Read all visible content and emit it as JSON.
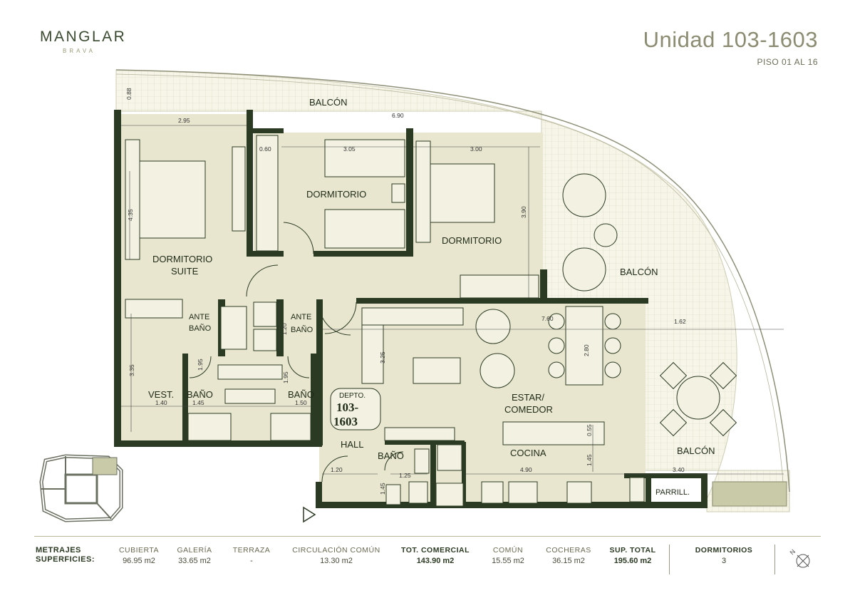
{
  "brand": {
    "name": "MANGLAR",
    "subname": "BRAVA"
  },
  "unit": {
    "title": "Unidad 103-1603",
    "floors": "PISO 01 AL 16"
  },
  "rooms": {
    "balcon_top": "BALCÓN",
    "dormitorio_center": "DORMITORIO",
    "dormitorio_right": "DORMITORIO",
    "suite_line1": "DORMITORIO",
    "suite_line2": "SUITE",
    "ante_bano_left_1": "ANTE",
    "ante_bano_left_2": "BAÑO",
    "ante_bano_right_1": "ANTE",
    "ante_bano_right_2": "BAÑO",
    "vest": "VEST.",
    "bano_left": "BAÑO",
    "bano_right": "BAÑO",
    "depto_1": "DEPTO.",
    "depto_2": "103-",
    "depto_3": "1603",
    "hall": "HALL",
    "bano_hall": "BAÑO",
    "estar_1": "ESTAR/",
    "estar_2": "COMEDOR",
    "cocina": "COCINA",
    "balcon_right": "BALCÓN",
    "balcon_bottom": "BALCÓN",
    "parrill": "PARRILL."
  },
  "dimensions": {
    "d088": "0.88",
    "d690": "6.90",
    "d295": "2.95",
    "d060": "0.60",
    "d305": "3.05",
    "d300": "3.00",
    "d435": "4.35",
    "d390": "3.90",
    "d760": "7.60",
    "d162": "1.62",
    "d120a": "1.20",
    "d325": "3.25",
    "d280": "2.80",
    "d335": "3.35",
    "d195a": "1.95",
    "d195b": "1.95",
    "d140": "1.40",
    "d145a": "1.45",
    "d150": "1.50",
    "d055": "0.55",
    "d120b": "1.20",
    "d125": "1.25",
    "d490": "4.90",
    "d145b": "1.45",
    "d340": "3.40",
    "d145c": "1.45"
  },
  "stats": {
    "metrajes_1": "METRAJES",
    "metrajes_2": "SUPERFICIES:",
    "items": [
      {
        "label": "CUBIERTA",
        "value": "96.95 m2"
      },
      {
        "label": "GALERÍA",
        "value": "33.65 m2"
      },
      {
        "label": "TERRAZA",
        "value": "-"
      },
      {
        "label": "CIRCULACIÓN COMÚN",
        "value": "13.30 m2"
      },
      {
        "label": "TOT. COMERCIAL",
        "value": "143.90 m2"
      },
      {
        "label": "COMÚN",
        "value": "15.55 m2"
      },
      {
        "label": "COCHERAS",
        "value": "36.15 m2"
      },
      {
        "label": "SUP. TOTAL",
        "value": "195.60 m2"
      }
    ],
    "dormitorios_label": "DORMITORIOS",
    "dormitorios_value": "3"
  },
  "compass": {
    "letter": "N"
  },
  "colors": {
    "wall": "#2b3a22",
    "room": "#e8e6cf",
    "balcony": "#f4f3e4",
    "accent": "#9a9a78"
  }
}
